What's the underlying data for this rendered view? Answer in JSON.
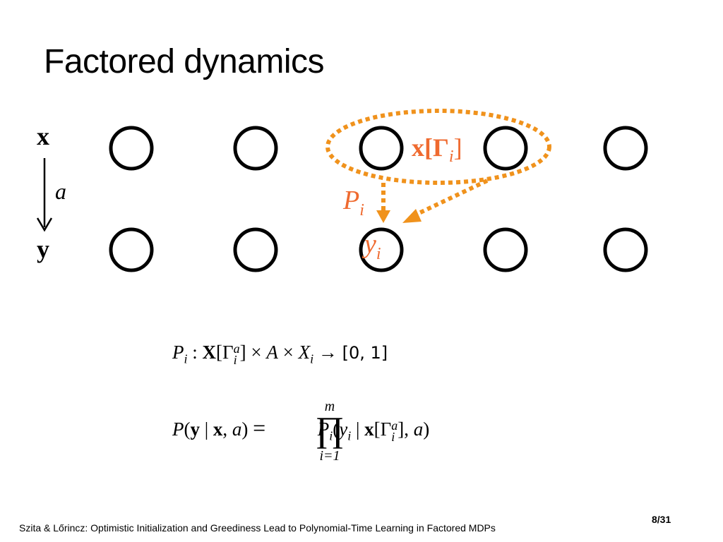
{
  "title": "Factored dynamics",
  "diagram": {
    "row_top_label": "x",
    "row_bottom_label": "y",
    "action_label": "a",
    "parent_set_label_main": "x[Γ",
    "parent_set_label_sub": "i",
    "parent_set_label_close": "]",
    "transition_label_main": "P",
    "transition_label_sub": "i",
    "target_node_label_main": "y",
    "target_node_label_sub": "i",
    "accent_color": "#f0921c",
    "label_color": "#ef6a2f"
  },
  "formula1": {
    "P": "P",
    "i1": "i",
    "colon": ":",
    "X": "X",
    "gamma_open": "[Γ",
    "a_sup": "a",
    "i_sub": "i",
    "close": "]",
    "times1": "×",
    "A": "A",
    "times2": "×",
    "Xi": "X",
    "i2": "i",
    "arrow": "→",
    "interval": "[0, 1]"
  },
  "formula2": {
    "lhs_P": "P",
    "lhs_open": "(",
    "lhs_y": "y",
    "lhs_bar": " | ",
    "lhs_x": "x",
    "lhs_comma": ", ",
    "lhs_a": "a",
    "lhs_close": ")",
    "eq": "=",
    "prod_top": "m",
    "prod_symbol": "∏",
    "prod_bottom": "i=1",
    "rhs_P": "P",
    "rhs_i": "i",
    "rhs_open": "(",
    "rhs_y": "y",
    "rhs_yi": "i",
    "rhs_bar": " | ",
    "rhs_x": "x",
    "rhs_gamma": "[Γ",
    "rhs_a_sup": "a",
    "rhs_i_sub": "i",
    "rhs_close_bracket": "]",
    "rhs_comma": ", ",
    "rhs_a": "a",
    "rhs_close": ")"
  },
  "footer": "Szita & Lőrincz: Optimistic Initialization and Greediness Lead to Polynomial-Time Learning in Factored MDPs",
  "page_number": "8/31"
}
